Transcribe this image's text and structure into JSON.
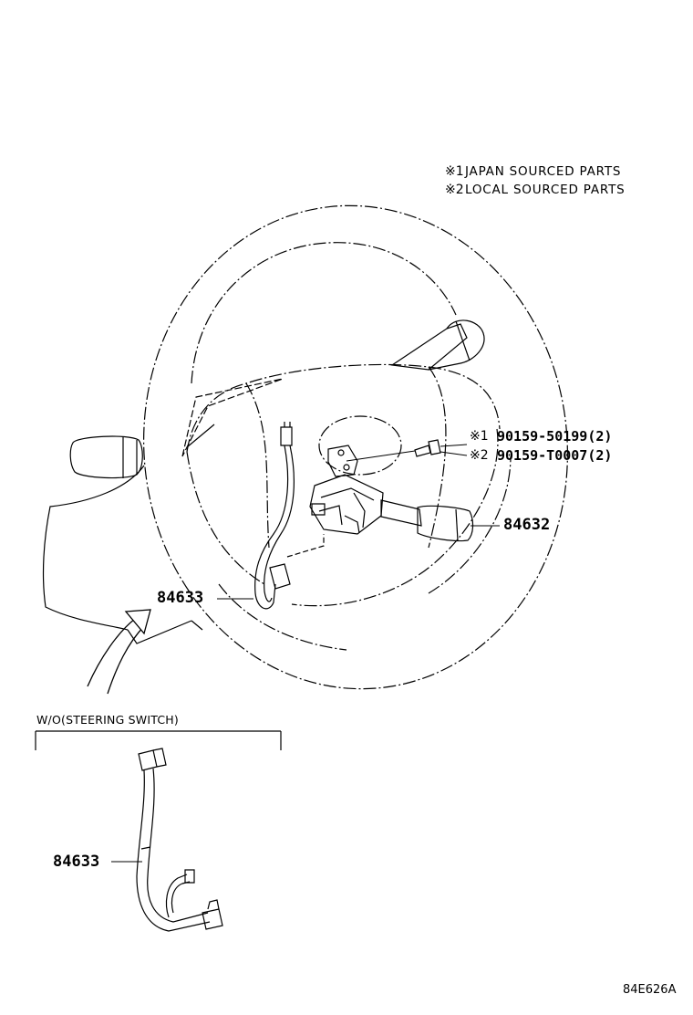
{
  "notes": {
    "note1_mark": "※1",
    "note1_text": "JAPAN SOURCED PARTS",
    "note2_mark": "※2",
    "note2_text": "LOCAL SOURCED PARTS"
  },
  "callouts": {
    "bolt_japan_mark": "※1",
    "bolt_japan_part": "90159-50199(2)",
    "bolt_local_mark": "※2",
    "bolt_local_part": "90159-T0007(2)",
    "switch_part": "84632",
    "harness_part": "84633"
  },
  "inset": {
    "title": "W/O(STEERING SWITCH)",
    "harness_part": "84633"
  },
  "drawing_code": "84E626A"
}
